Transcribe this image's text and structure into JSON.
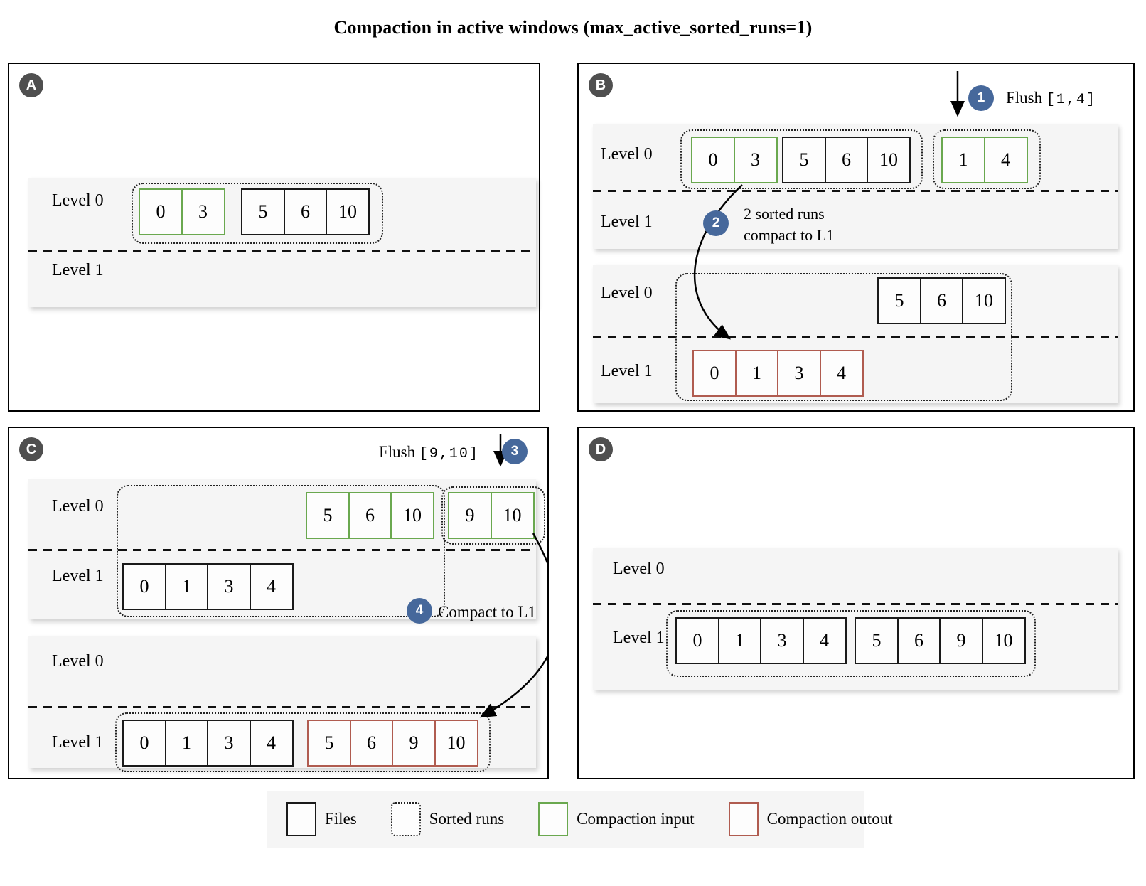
{
  "title": "Compaction in active windows (max_active_sorted_runs=1)",
  "colors": {
    "files_border": "#1a1a1a",
    "compaction_input": "#6aa84f",
    "compaction_output": "#b05c50",
    "step_badge": "#46689b",
    "panel_badge": "#4f4f4f",
    "band_bg": "#f5f5f5"
  },
  "labels": {
    "level0": "Level 0",
    "level1": "Level 1"
  },
  "panels": {
    "a": {
      "badge": "A",
      "level0_run1": [
        "0",
        "3"
      ],
      "level0_run2": [
        "5",
        "6",
        "10"
      ]
    },
    "b": {
      "badge": "B",
      "step1": {
        "num": "1",
        "label": "Flush",
        "range": "[1,4]"
      },
      "step2": {
        "num": "2",
        "line1": "2 sorted runs",
        "line2": "compact to L1"
      },
      "before": {
        "level0_run1": [
          "0",
          "3"
        ],
        "level0_run2": [
          "5",
          "6",
          "10"
        ],
        "flush_run": [
          "1",
          "4"
        ]
      },
      "after": {
        "level0_run": [
          "5",
          "6",
          "10"
        ],
        "level1_run": [
          "0",
          "1",
          "3",
          "4"
        ]
      }
    },
    "c": {
      "badge": "C",
      "step3": {
        "num": "3",
        "label": "Flush",
        "range": "[9,10]"
      },
      "step4": {
        "num": "4",
        "label": "Compact to L1"
      },
      "before": {
        "level0_run": [
          "5",
          "6",
          "10"
        ],
        "flush_run": [
          "9",
          "10"
        ],
        "level1_run": [
          "0",
          "1",
          "3",
          "4"
        ]
      },
      "after": {
        "level1_run1": [
          "0",
          "1",
          "3",
          "4"
        ],
        "level1_run2": [
          "5",
          "6",
          "9",
          "10"
        ]
      }
    },
    "d": {
      "badge": "D",
      "level1_run1": [
        "0",
        "1",
        "3",
        "4"
      ],
      "level1_run2": [
        "5",
        "6",
        "9",
        "10"
      ]
    }
  },
  "legend": {
    "items": [
      {
        "type": "files",
        "label": "Files"
      },
      {
        "type": "sorted-runs",
        "label": "Sorted runs"
      },
      {
        "type": "compaction-input",
        "label": "Compaction input"
      },
      {
        "type": "compaction-output",
        "label": "Compaction outout"
      }
    ]
  }
}
